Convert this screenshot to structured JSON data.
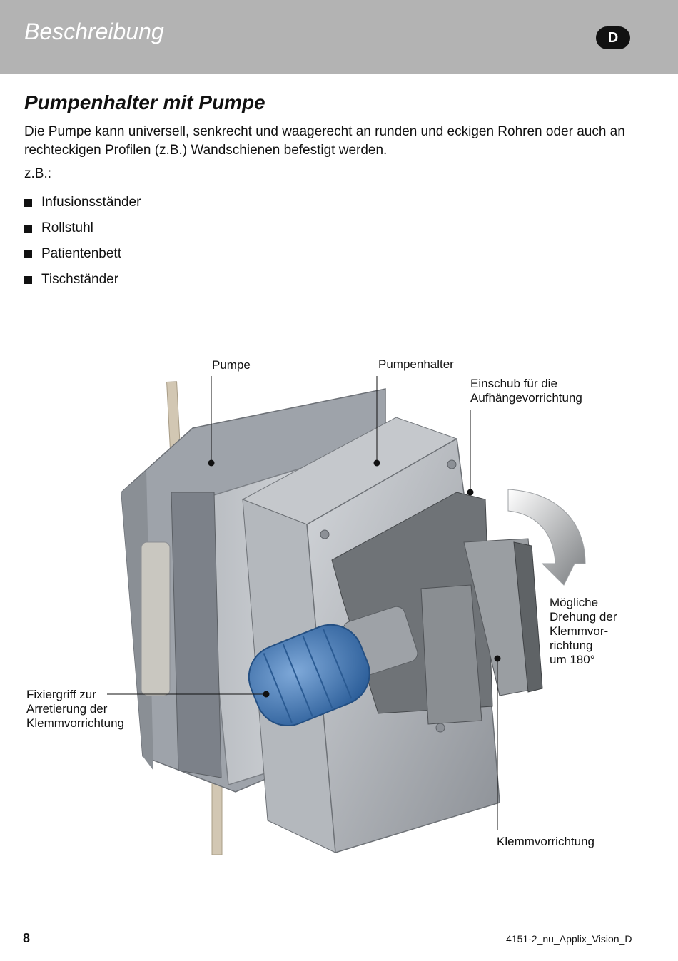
{
  "header": {
    "title": "Beschreibung",
    "language_badge": "D"
  },
  "section": {
    "title": "Pumpenhalter mit Pumpe",
    "intro": "Die Pumpe kann universell, senkrecht und waagerecht an runden und eckigen Rohren oder auch an rechteckigen Profilen (z.B.) Wandschienen befestigt werden.",
    "example_label": "z.B.:",
    "bullets": [
      "Infusionsständer",
      "Rollstuhl",
      "Patientenbett",
      "Tischständer"
    ]
  },
  "figure": {
    "labels": {
      "pump": "Pumpe",
      "pump_holder": "Pumpenhalter",
      "slot_line1": "Einschub für die",
      "slot_line2": "Aufhängevorrichtung",
      "rotation_line1": "Mögliche",
      "rotation_line2": "Drehung der",
      "rotation_line3": "Klemmvor-",
      "rotation_line4": "richtung",
      "rotation_line5": "um 180°",
      "knob_line1": "Fixiergriff zur",
      "knob_line2": "Arretierung der",
      "knob_line3": "Klemmvorrichtung",
      "clamp": "Klemmvorrichtung"
    },
    "colors": {
      "knob": "#3f78b8",
      "housing": "#a9adb3",
      "holder": "#6f7377",
      "pole": "#d2c7b3"
    }
  },
  "footer": {
    "page_number": "8",
    "document_id": "4151-2_nu_Applix_Vision_D"
  }
}
